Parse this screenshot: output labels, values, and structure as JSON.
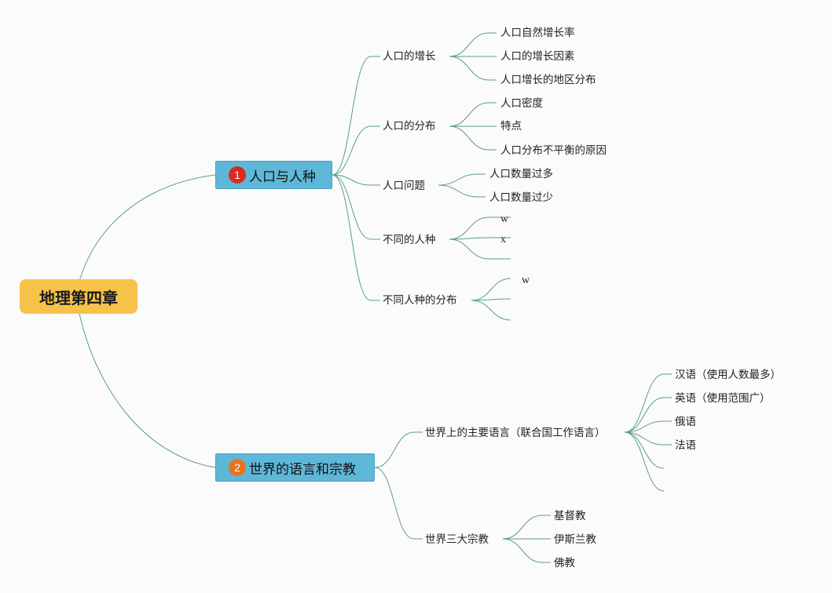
{
  "root": {
    "label": "地理第四章",
    "color": "#f6c24a"
  },
  "topics": [
    {
      "number": "1",
      "label": "人口与人种",
      "badge_color": "#d92b1f",
      "children": [
        {
          "label": "人口的增长",
          "children": [
            "人口自然增长率",
            "人口的增长因素",
            "人口增长的地区分布"
          ]
        },
        {
          "label": "人口的分布",
          "children": [
            "人口密度",
            "特点",
            "人口分布不平衡的原因"
          ]
        },
        {
          "label": "人口问题",
          "children": [
            "人口数量过多",
            "人口数量过少"
          ]
        },
        {
          "label": "不同的人种",
          "children": [
            "w",
            "x",
            ""
          ]
        },
        {
          "label": "不同人种的分布",
          "children": [
            "w",
            "",
            ""
          ]
        }
      ]
    },
    {
      "number": "2",
      "label": "世界的语言和宗教",
      "badge_color": "#e8731e",
      "children": [
        {
          "label": "世界上的主要语言（联合国工作语言）",
          "children": [
            "汉语（使用人数最多）",
            "英语（使用范围广）",
            "俄语",
            "法语",
            "",
            ""
          ]
        },
        {
          "label": "世界三大宗教",
          "children": [
            "基督教",
            "伊斯兰教",
            "佛教"
          ]
        }
      ]
    }
  ],
  "colors": {
    "line": "#5a9e88",
    "topic_fill": "#5fb7d8"
  }
}
